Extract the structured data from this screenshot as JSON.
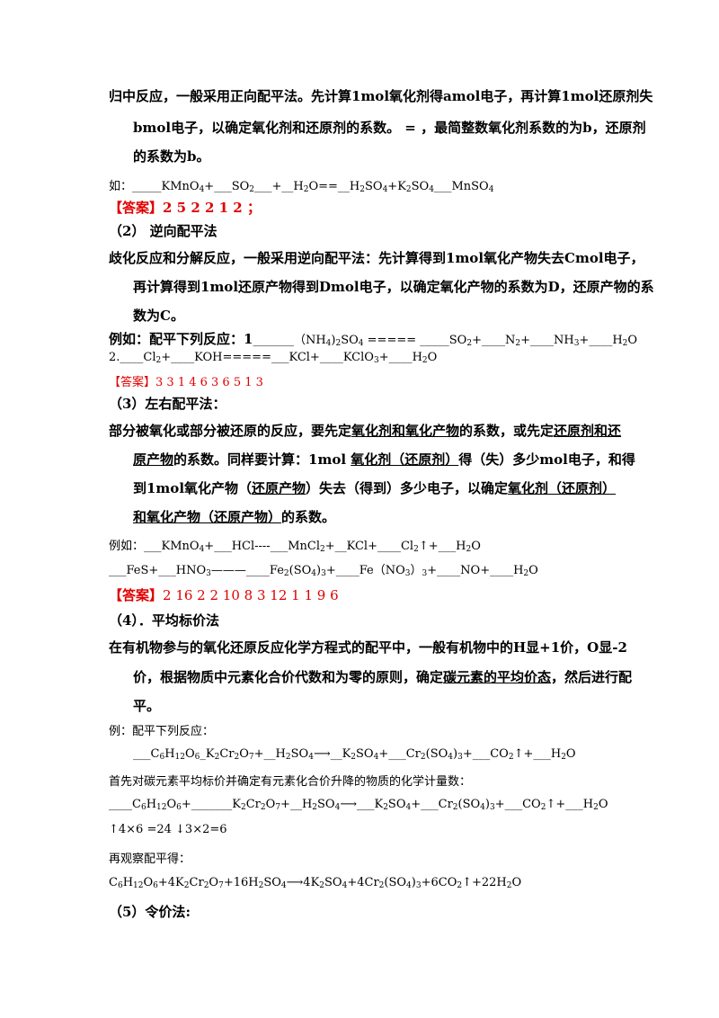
{
  "s1": {
    "p1": "归中反应，一般采用正向配平法。先计算1mol氧化剂得amol电子，再计算1mol还原剂失",
    "p2": "bmol电子，以确定氧化剂和还原剂的系数。 = ，最简整数氧化剂系数的为b，还原剂",
    "p3": "的系数为b。"
  },
  "ex1": {
    "prefix": "如：_____KMnO",
    "s4": "4",
    "m1": "+___SO",
    "s2": "2",
    "m2": "___+__H",
    "s2b": "2",
    "m3": "O==__H",
    "s2c": "2",
    "m4": "SO",
    "s4b": "4",
    "m5": "+K",
    "s2d": "2",
    "m6": "SO",
    "s4c": "4",
    "m7": "___MnSO",
    "s4d": "4"
  },
  "ans1": {
    "label": "【答案】",
    "text": "2  5  2  2  1  2  ；"
  },
  "h2": "（2） 逆向配平法",
  "s2": {
    "p1": "歧化反应和分解反应，一般采用逆向配平法：先计算得到1mol氧化产物失去Cmol电子，",
    "p2": "再计算得到1mol还原产物得到Dmol电子，以确定氧化产物的系数为D，还原产物的系",
    "p3": "数为C。"
  },
  "ex2": {
    "prefix": "例如：配平下列反应：1",
    "tail": "_______（NH",
    "s4": "4",
    "m1": ")",
    "s2": "2",
    "m2": "SO",
    "s4b": "4",
    "m3": " =====  _____SO",
    "s2b": "2",
    "m4": "+____N",
    "s2c": "2",
    "m5": "+____NH",
    "s3": "3",
    "m6": "+____H",
    "s2d": "2",
    "m7": "O"
  },
  "ex3": {
    "t1": "2.____Cl",
    "s2": "2",
    "t2": "+____KOH=====___KCl+____KClO",
    "s3": "3",
    "t3": "+____H",
    "s2b": "2",
    "t4": "O"
  },
  "ans2": {
    "label": "【答案】",
    "text": "3  3  1  4   6        3  6  5  1  3"
  },
  "h3": "（3）左右配平法：",
  "s3": {
    "p1a": "部分被氧化或部分被还原的反应，要先定",
    "p1b": "氧化剂和氧化产物",
    "p1c": "的系数，或先定",
    "p1d": "还原剂和还",
    "p2a": "原产物",
    "p2b": "的系数。同样要计算：1mol ",
    "p2c": "氧化剂（还原剂）",
    "p2d": "得（失）多少mol电子，和得",
    "p3a": "到1mol氧化产物（",
    "p3b": "还原产物",
    "p3c": "）失去（得到）多少电子，以确定",
    "p3d": "氧化剂（还原剂）",
    "p4a": "和氧化产物（还原产物）",
    "p4b": "的系数。"
  },
  "ex4": {
    "t1": "例如：___KMnO",
    "s4": "4",
    "t2": "+___HCl----___MnCl",
    "s2": "2",
    "t3": "+__KCl+____Cl",
    "s2b": "2",
    "t4": "↑+___H",
    "s2c": "2",
    "t5": "O"
  },
  "ex5": {
    "t1": "___FeS+___HNO",
    "s3": "3",
    "t2": "———____Fe",
    "s2": "2",
    "t3": "(SO",
    "s4": "4",
    "t4": ")",
    "s3b": "3",
    "t5": "+____Fe（NO",
    "s3c": "3",
    "t6": "）",
    "s3d": "3",
    "t7": "+____NO+____H",
    "s2b": "2",
    "t8": "O"
  },
  "ans3": {
    "label": "【答案】",
    "text": "2  16  2  2  10  8  3  12  1  1  9  6"
  },
  "h4": "（4）．平均标价法",
  "s4": {
    "p1": "在有机物参与的氧化还原反应化学方程式的配平中，一般有机物中的H显+1价，O显-2",
    "p2a": "价，根据物质中元素化合价代数和为零的原则，确定",
    "p2b": "碳元素的平均价态",
    "p2c": "，然后进行配",
    "p3": "平。"
  },
  "ex6": {
    "label": "例：配平下列反应："
  },
  "eq1": {
    "t1": "___C",
    "s6": "6",
    "t2": "H",
    "s12": "12",
    "t3": "O",
    "s6b": "6",
    "t4": "_K",
    "s2": "2",
    "t5": "Cr",
    "s2b": "2",
    "t6": "O",
    "s7": "7",
    "t7": "+__H",
    "s2c": "2",
    "t8": "SO",
    "s4": "4",
    "t9": "⟶__K",
    "s2d": "2",
    "t10": "SO",
    "s4b": "4",
    "t11": "+___Cr",
    "s2e": "2",
    "t12": "(SO",
    "s4c": "4",
    "t13": ")",
    "s3": "3",
    "t14": "+___CO",
    "s2f": "2",
    "t15": "↑+___H",
    "s2g": "2",
    "t16": "O"
  },
  "note1": "首先对碳元素平均标价并确定有元素化合价升降的物质的化学计量数：",
  "eq2": {
    "t1": "____C",
    "s6": "6",
    "t2": "H",
    "s12": "12",
    "t3": "O",
    "s6b": "6",
    "t4": "+_______K",
    "s2": "2",
    "t5": "Cr",
    "s2b": "2",
    "t6": "O",
    "s7": "7",
    "t7": "+__H",
    "s2c": "2",
    "t8": "SO",
    "s4": "4",
    "t9": "⟶___K",
    "s2d": "2",
    "t10": "SO",
    "s4b": "4",
    "t11": "+___Cr",
    "s2e": "2",
    "t12": "(SO",
    "s4c": "4",
    "t13": ")",
    "s3": "3",
    "t14": "+___CO",
    "s2f": "2",
    "t15": "↑+___H",
    "s2g": "2",
    "t16": "O"
  },
  "calc": "↑4×6 =24      ↓3×2=6",
  "note2": "再观察配平得：",
  "eq3": {
    "t1": "C",
    "s6": "6",
    "t2": "H",
    "s12": "12",
    "t3": "O",
    "s6b": "6",
    "t4": "+4K",
    "s2": "2",
    "t5": "Cr",
    "s2b": "2",
    "t6": "O",
    "s7": "7",
    "t7": "+16H",
    "s2c": "2",
    "t8": "SO",
    "s4": "4",
    "t9": "⟶4K",
    "s2d": "2",
    "t10": "SO",
    "s4b": "4",
    "t11": "+4Cr",
    "s2e": "2",
    "t12": "(SO",
    "s4c": "4",
    "t13": ")",
    "s3": "3",
    "t14": "+6CO",
    "s2f": "2",
    "t15": "↑+22H",
    "s2g": "2",
    "t16": "O"
  },
  "h5": "（5）令价法:"
}
